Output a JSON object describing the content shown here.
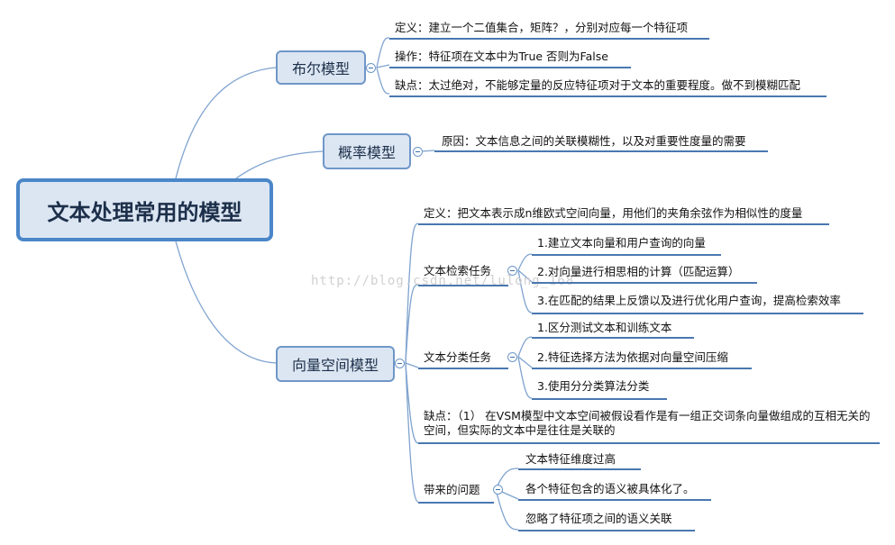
{
  "root": "文本处理常用的模型",
  "watermark": "http://blog.csdn.net/lulong_168",
  "boolean_model": {
    "title": "布尔模型",
    "items": [
      "定义：建立一个二值集合，矩阵？，分别对应每一个特征项",
      "操作：特征项在文本中为True  否则为False",
      "缺点：太过绝对，不能够定量的反应特征项对于文本的重要程度。做不到模糊匹配"
    ]
  },
  "probability_model": {
    "title": "概率模型",
    "items": [
      "原因：文本信息之间的关联模糊性，以及对重要性度量的需要"
    ]
  },
  "vector_model": {
    "title": "向量空间模型",
    "definition": "定义：把文本表示成n维欧式空间向量，用他们的夹角余弦作为相似性的度量",
    "retrieval": {
      "title": "文本检索任务",
      "items": [
        "1.建立文本向量和用户查询的向量",
        "2.对向量进行相思相的计算（匹配运算）",
        "3.在匹配的结果上反馈以及进行优化用户查询，提高检索效率"
      ]
    },
    "classification": {
      "title": "文本分类任务",
      "items": [
        "1.区分测试文本和训练文本",
        "2.特征选择方法为依据对向量空间压缩",
        "3.使用分分类算法分类"
      ]
    },
    "drawback": "缺点：（1） 在VSM模型中文本空间被假设看作是有一组正交词条向量做组成的互相无关的空间，但实际的文本中是往往是关联的",
    "problems": {
      "title": "带来的问题",
      "items": [
        "文本特征维度过高",
        "各个特征包含的语义被具体化了。",
        "忽略了特征项之间的语义关联"
      ]
    }
  }
}
